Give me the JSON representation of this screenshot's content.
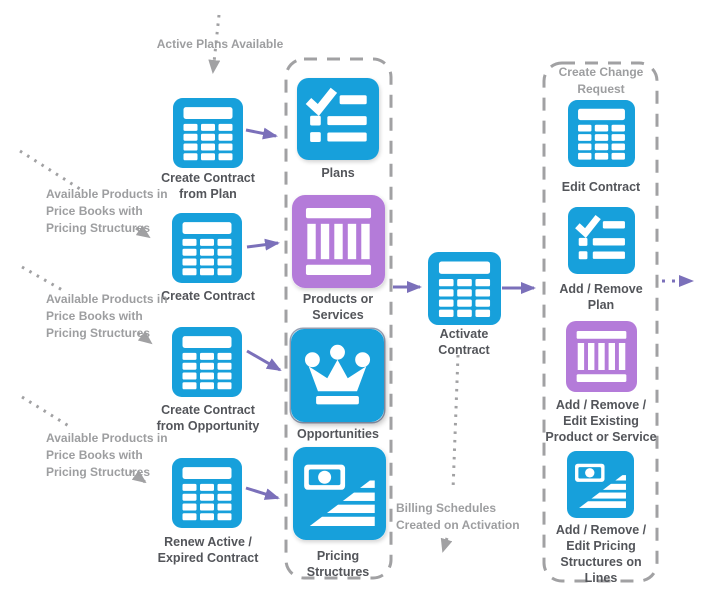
{
  "diagram": {
    "colors": {
      "tile_blue": "#17a0db",
      "tile_purple": "#b47bd9",
      "arrow_purple": "#7b70ba",
      "dashed_gray": "#a1a1a3",
      "annotation_text": "#9d9ea0",
      "label_text": "#53555a"
    },
    "annotations": {
      "active_plans": "Active Plans Available",
      "available_products_1": "Available Products in\nPrice Books with\nPricing Structures",
      "available_products_2": "Available Products in\nPrice Books with\nPricing Structures",
      "available_products_3": "Available Products in\nPrice Books with\nPricing Structures",
      "billing_schedules": "Billing Schedules\nCreated on Activation",
      "change_request_header": "Create Change\nRequest"
    },
    "nodes": {
      "create_contract_from_plan": "Create Contract\nfrom Plan",
      "create_contract": "Create Contract",
      "create_contract_from_opportunity": "Create Contract\nfrom Opportunity",
      "renew_contract": "Renew Active /\nExpired Contract",
      "plans": "Plans",
      "products_or_services": "Products or\nServices",
      "opportunities": "Opportunities",
      "pricing_structures": "Pricing\nStructures",
      "activate_contract": "Activate\nContract",
      "edit_contract": "Edit Contract",
      "add_remove_plan": "Add / Remove\nPlan",
      "add_remove_edit_product": "Add / Remove /\nEdit Existing\nProduct or Service",
      "add_remove_edit_pricing": "Add / Remove /\nEdit Pricing\nStructures on\nLines"
    }
  }
}
